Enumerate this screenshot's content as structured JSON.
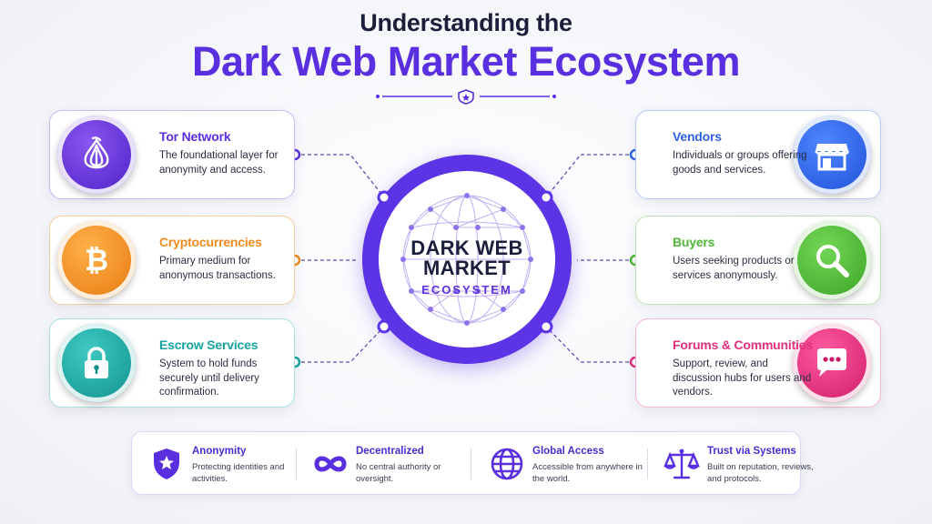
{
  "header": {
    "title_line1": "Understanding the",
    "title_line2": "Dark Web Market Ecosystem"
  },
  "hub": {
    "line1": "DARK WEB",
    "line2": "MARKET",
    "line3": "ECOSYSTEM",
    "color": "#5c34e6"
  },
  "left_cards": [
    {
      "title": "Tor Network",
      "text": "The foundational layer for anonymity and access.",
      "color": "#5a2fe0",
      "icon": "onion-icon"
    },
    {
      "title": "Cryptocurrencies",
      "text": "Primary medium for anonymous transactions.",
      "color": "#f08a1c",
      "icon": "bitcoin-icon"
    },
    {
      "title": "Escrow Services",
      "text": "System to hold funds securely until delivery confirmation.",
      "color": "#17a3a0",
      "icon": "padlock-icon"
    }
  ],
  "right_cards": [
    {
      "title": "Vendors",
      "text": "Individuals or groups offering goods and services.",
      "color": "#2f62e6",
      "icon": "storefront-icon"
    },
    {
      "title": "Buyers",
      "text": "Users seeking products or services anonymously.",
      "color": "#4fb839",
      "icon": "magnifier-icon"
    },
    {
      "title": "Forums & Communities",
      "text": "Support, review, and discussion hubs for users and vendors.",
      "color": "#e0307e",
      "icon": "chat-bubble-icon"
    }
  ],
  "features": [
    {
      "title": "Anonymity",
      "text": "Protecting identities and activities.",
      "icon": "shield-star-icon"
    },
    {
      "title": "Decentralized",
      "text": "No central authority or oversight.",
      "icon": "infinity-icon"
    },
    {
      "title": "Global Access",
      "text": "Accessible from anywhere in the world.",
      "icon": "globe-icon"
    },
    {
      "title": "Trust via Systems",
      "text": "Built on reputation, reviews, and protocols.",
      "icon": "scales-icon"
    }
  ],
  "accent": "#5a2fe0"
}
